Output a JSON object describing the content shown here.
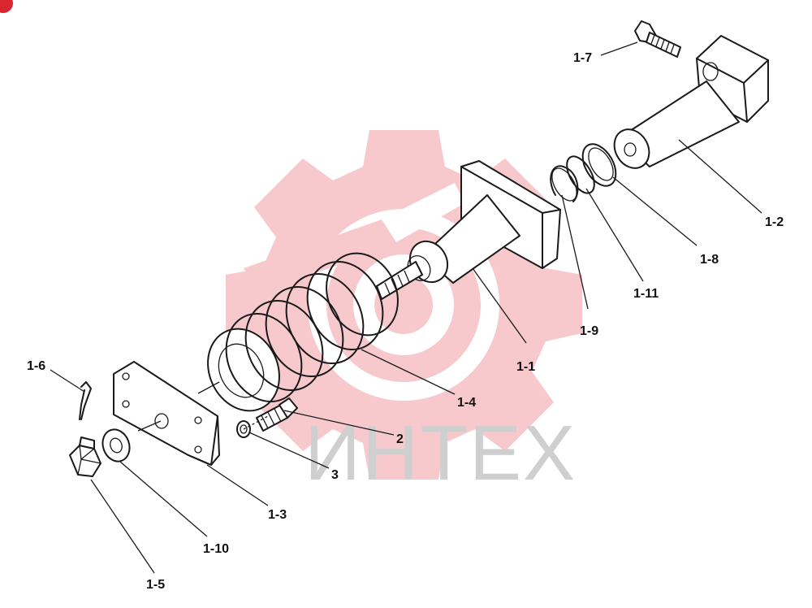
{
  "watermark": {
    "text": "ИНТЕХ",
    "gear_color": "#f7c9cd",
    "text_color": "#cfcfcf"
  },
  "corner_badge": {
    "color": "#d9262f",
    "icon": "circle-badge-icon"
  },
  "labels": {
    "p1_1": "1-1",
    "p1_2": "1-2",
    "p1_3": "1-3",
    "p1_4": "1-4",
    "p1_5": "1-5",
    "p1_6": "1-6",
    "p1_7": "1-7",
    "p1_8": "1-8",
    "p1_9": "1-9",
    "p1_10": "1-10",
    "p1_11": "1-11",
    "p2": "2",
    "p3": "3"
  }
}
